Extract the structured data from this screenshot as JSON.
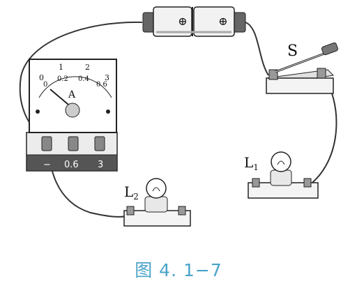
{
  "components": {
    "switch_label": "S",
    "lamp1_label": "L",
    "lamp1_sub": "1",
    "lamp2_label": "L",
    "lamp2_sub": "2",
    "ammeter_unit": "A",
    "ammeter_scale_top": [
      "0",
      "1",
      "2",
      "3"
    ],
    "ammeter_scale_bottom": [
      "0",
      "0.2",
      "0.4",
      "0.6"
    ],
    "ammeter_terminals": [
      "−",
      "0.6",
      "3"
    ],
    "battery_signs": [
      "⊕",
      "⊕"
    ]
  },
  "caption": "图 4. 1−7"
}
